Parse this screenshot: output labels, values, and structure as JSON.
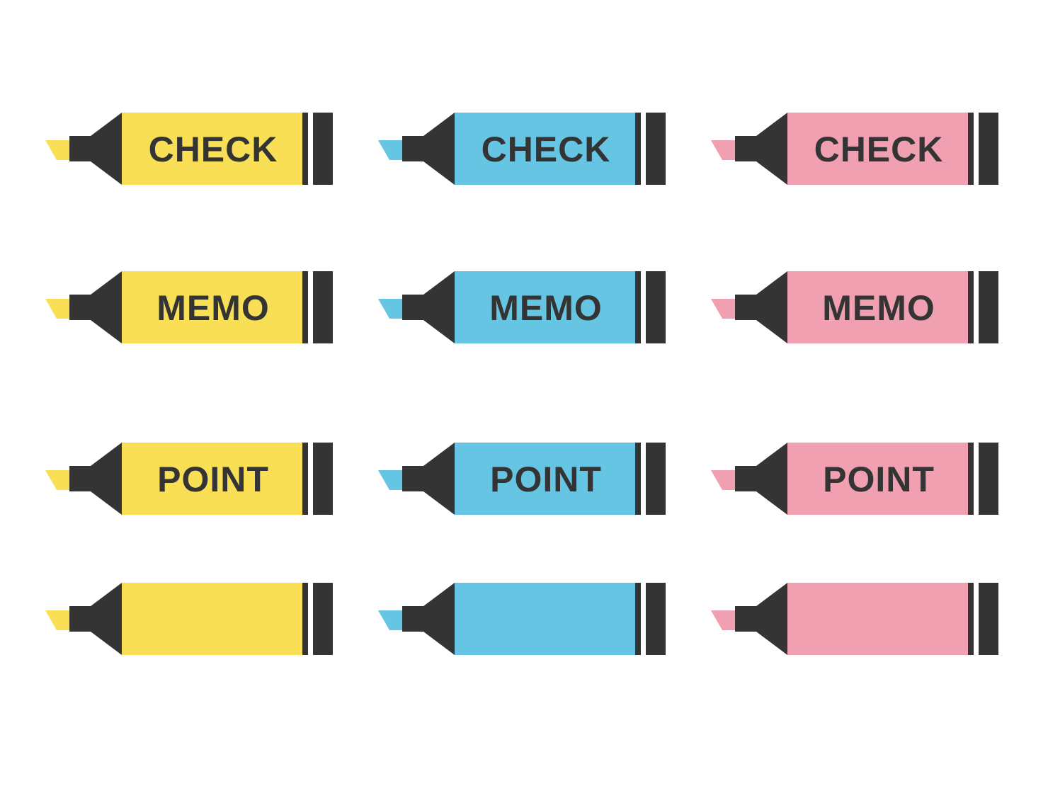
{
  "colors": {
    "yellow": "#f8df55",
    "blue": "#65c5e2",
    "pink": "#f0a0b0",
    "dark": "#333433",
    "background": "#ffffff"
  },
  "markers": [
    {
      "color": "yellow",
      "label": "CHECK"
    },
    {
      "color": "blue",
      "label": "CHECK"
    },
    {
      "color": "pink",
      "label": "CHECK"
    },
    {
      "color": "yellow",
      "label": "MEMO"
    },
    {
      "color": "blue",
      "label": "MEMO"
    },
    {
      "color": "pink",
      "label": "MEMO"
    },
    {
      "color": "yellow",
      "label": "POINT"
    },
    {
      "color": "blue",
      "label": "POINT"
    },
    {
      "color": "pink",
      "label": "POINT"
    },
    {
      "color": "yellow",
      "label": ""
    },
    {
      "color": "blue",
      "label": ""
    },
    {
      "color": "pink",
      "label": ""
    }
  ]
}
